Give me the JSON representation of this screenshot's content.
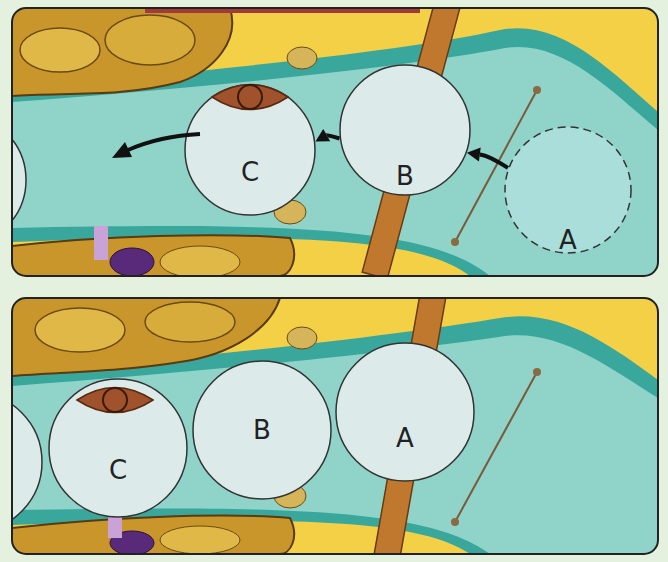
{
  "diagram": {
    "nodes": [
      {
        "text": [
          "C"
        ]
      },
      {
        "text": [
          "B"
        ]
      },
      {
        "text": [
          "A"
        ]
      },
      {
        "text": [
          "C"
        ]
      },
      {
        "text": [
          "B"
        ]
      },
      {
        "text": [
          "A"
        ]
      }
    ],
    "edges": [
      {
        "from": 2,
        "to": 1,
        "arrow": "to"
      },
      {
        "from": 1,
        "to": 0,
        "arrow": "to"
      }
    ]
  }
}
